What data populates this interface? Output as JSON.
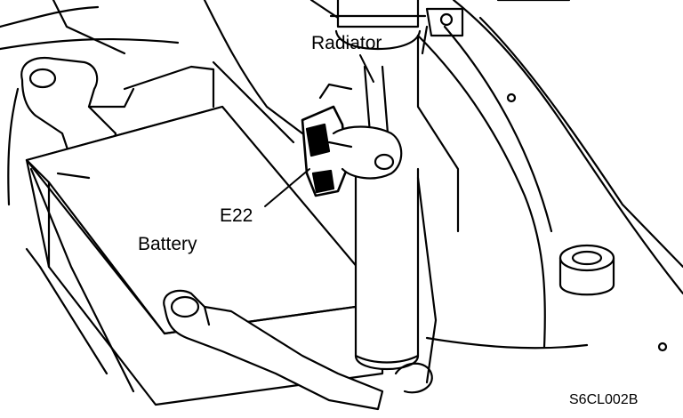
{
  "labels": {
    "radiator": "Radiator",
    "connector": "E22",
    "battery": "Battery",
    "figure_code": "S6CL002B"
  },
  "colors": {
    "ink": "#000000",
    "paper": "#ffffff"
  }
}
